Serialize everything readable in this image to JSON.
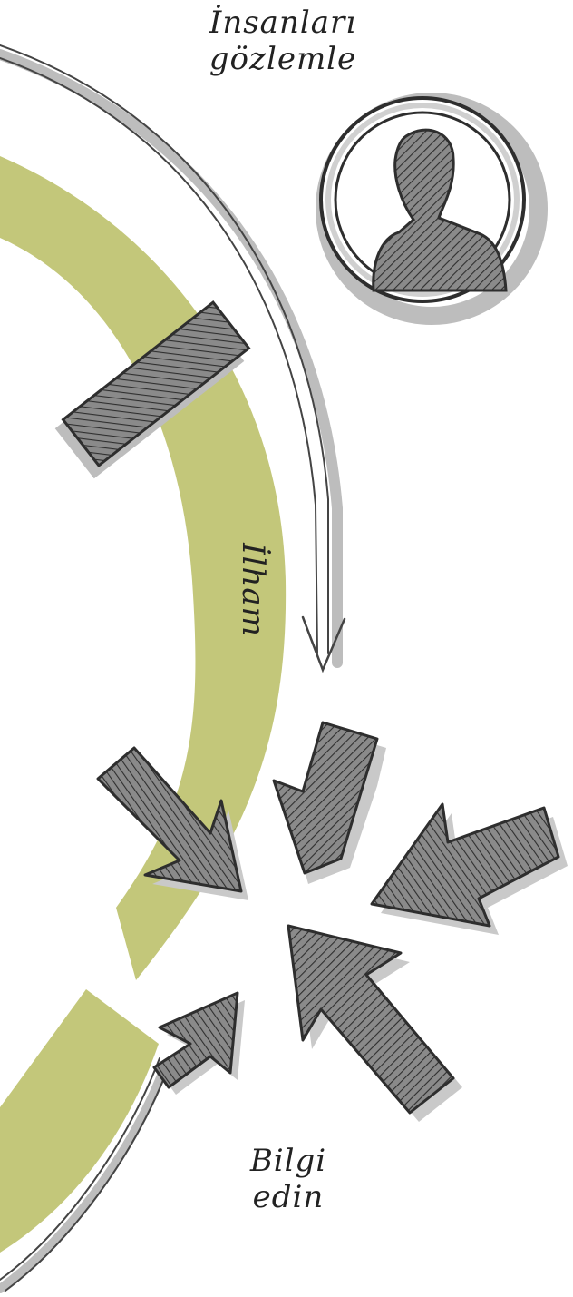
{
  "labels": {
    "observe_line1": "İnsanları",
    "observe_line2": "gözlemle",
    "inspiration": "İlham",
    "gather_line1": "Bilgi",
    "gather_line2": "edin"
  },
  "icons": [
    "magnifying-glass-icon",
    "person-silhouette-icon",
    "arrow-icon"
  ],
  "colors": {
    "band": "#c3c77a",
    "ink": "#3a3a3a",
    "shadow": "#bdbdbd",
    "hatch_fill": "#7f7f7f"
  }
}
